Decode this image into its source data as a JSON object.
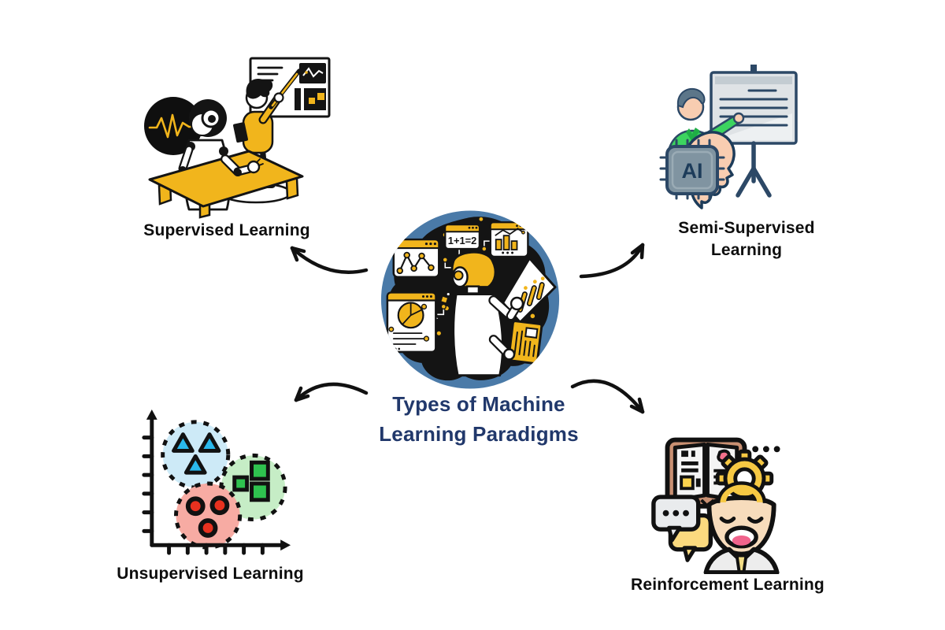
{
  "title": {
    "line1": "Types of Machine",
    "line2": "Learning Paradigms"
  },
  "labels": {
    "supervised": "Supervised Learning",
    "semi_supervised": "Semi-Supervised Learning",
    "unsupervised": "Unsupervised Learning",
    "reinforcement": "Reinforcement Learning"
  },
  "center_illustration": {
    "equation": "1+1=2"
  },
  "semi_supervised_illustration": {
    "chip_text": "AI"
  },
  "colors": {
    "accent_yellow": "#f1b51c",
    "circle_blue": "#4a7aa8",
    "title_navy": "#21386b",
    "label_black": "#0d0d0d",
    "cluster_blue": "#2ab8ec",
    "cluster_green": "#2fc24f",
    "cluster_red": "#e8311f"
  }
}
